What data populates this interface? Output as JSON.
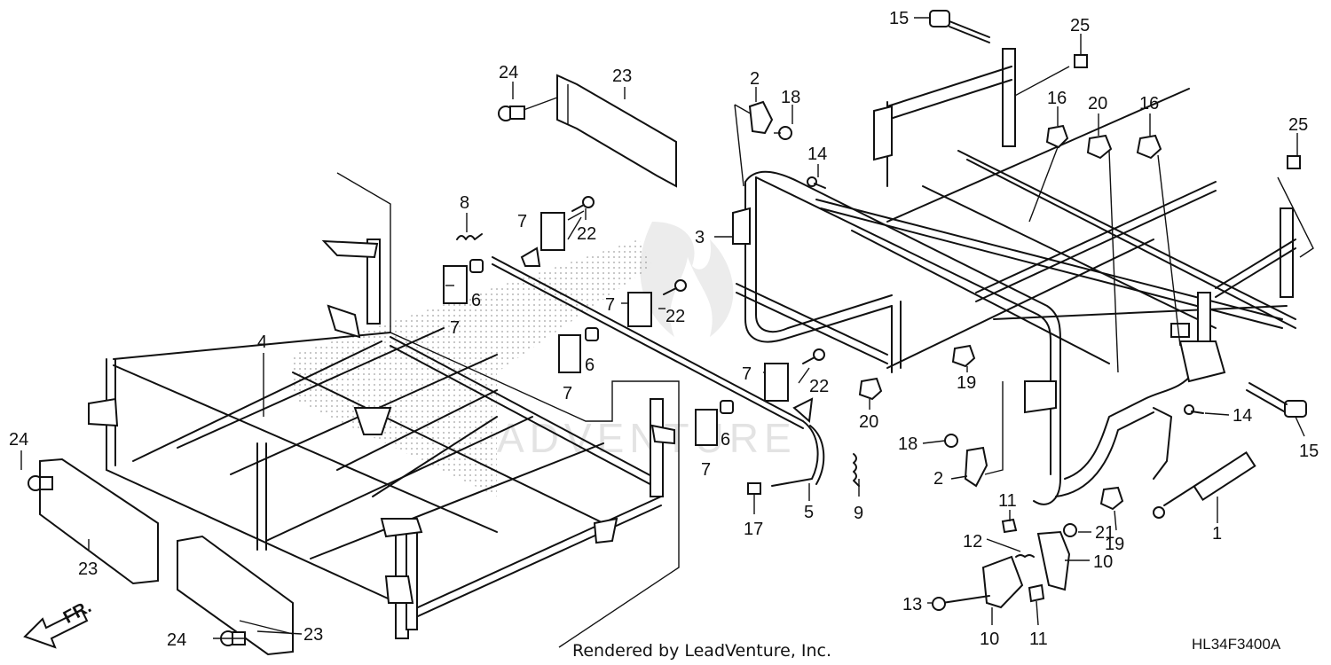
{
  "diagram": {
    "callouts": [
      "24",
      "23",
      "24",
      "23",
      "23",
      "24",
      "4",
      "8",
      "7",
      "22",
      "6",
      "7",
      "7",
      "22",
      "6",
      "7",
      "7",
      "22",
      "6",
      "7",
      "5",
      "17",
      "9",
      "2",
      "18",
      "3",
      "14",
      "15",
      "25",
      "16",
      "20",
      "16",
      "25",
      "20",
      "19",
      "18",
      "2",
      "11",
      "12",
      "21",
      "10",
      "13",
      "10",
      "11",
      "19",
      "1",
      "14",
      "15"
    ],
    "drawing_code": "HL34F3400A",
    "footer": "Rendered by LeadVenture, Inc.",
    "watermark": "ADVENTURE",
    "front_marker": "FR."
  }
}
